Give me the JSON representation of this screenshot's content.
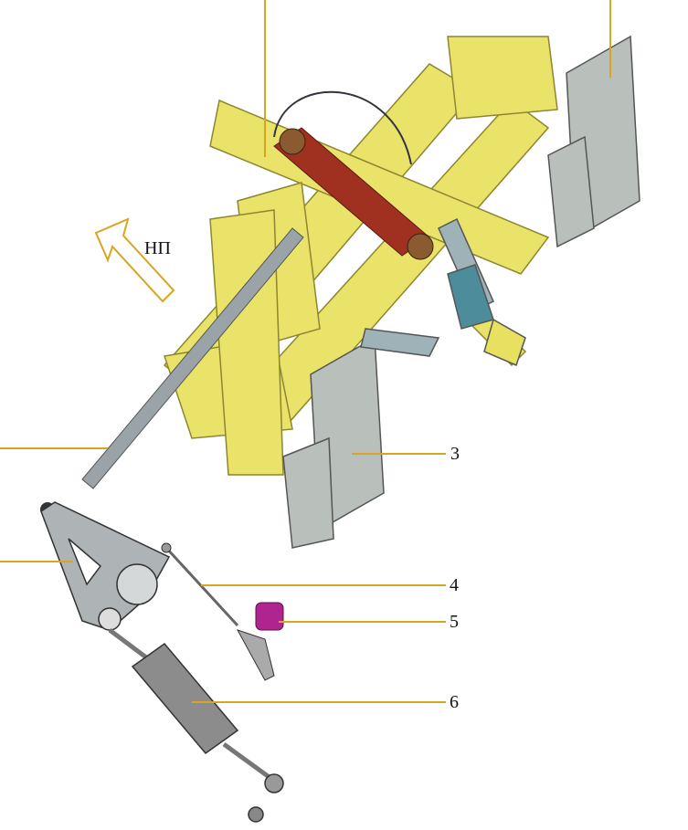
{
  "direction_label": "НП",
  "callouts": [
    {
      "label": "3"
    },
    {
      "label": "4"
    },
    {
      "label": "5"
    },
    {
      "label": "6"
    }
  ],
  "colors": {
    "leader": "#d9a520",
    "frame": "#eae36a",
    "frame_dark": "#b8b040",
    "coil": "#a03020",
    "steel": "#9aa3a8",
    "plate": "#b9c0bb",
    "magenta": "#b0248f"
  }
}
